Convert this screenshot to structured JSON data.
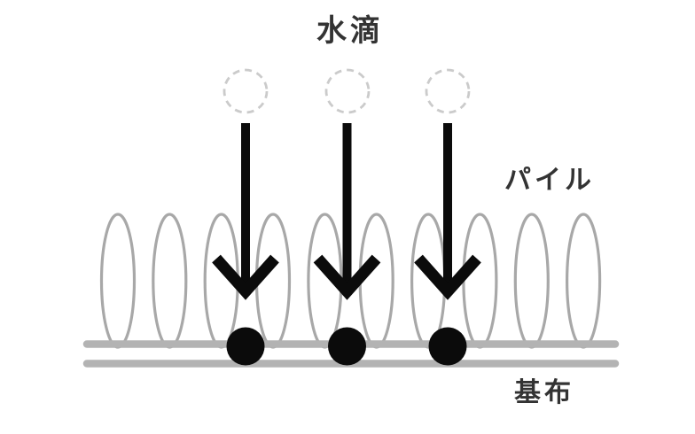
{
  "diagram": {
    "title": "水滴",
    "labels": {
      "droplet": "水滴",
      "pile": "パイル",
      "base_fabric": "基布"
    },
    "colors": {
      "background": "#ffffff",
      "text": "#333333",
      "arrow": "#0b0b0b",
      "absorbed_drop": "#0b0b0b",
      "droplet_outline": "#cbcbcb",
      "pile_loop": "#a8a8a8",
      "base_line": "#b3b3b3"
    },
    "counts": {
      "water_droplets": 3,
      "falling_arrows": 3,
      "pile_loops": 10,
      "absorbed_drops": 3,
      "base_fabric_lines": 2
    }
  }
}
